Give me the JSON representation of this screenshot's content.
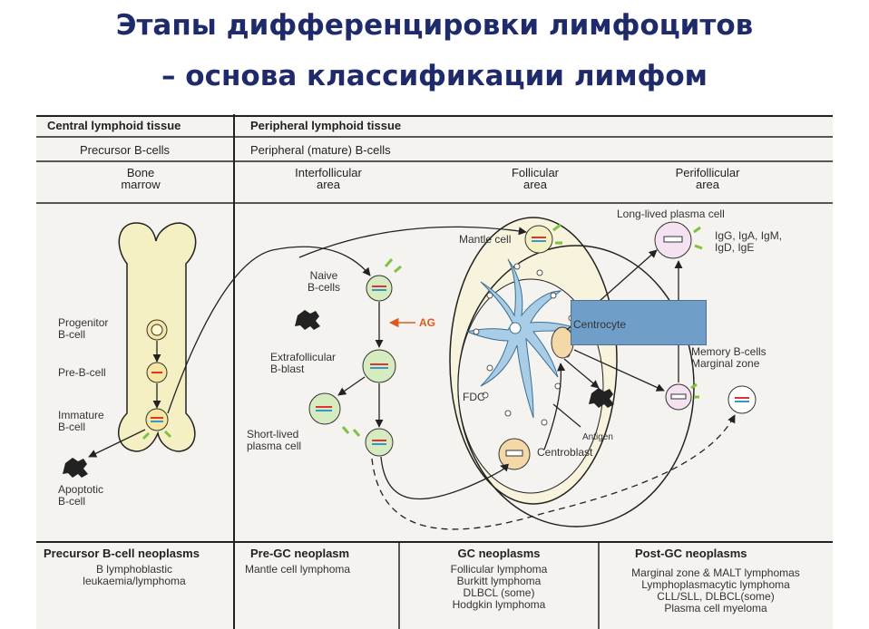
{
  "title": {
    "line1": "Этапы дифференцировки лимфоцитов",
    "line2": "– основа классификации лимфом"
  },
  "header": {
    "central": "Central lymphoid tissue",
    "peripheral": "Peripheral lymphoid tissue",
    "precursor_b": "Precursor B-cells",
    "peripheral_b": "Peripheral (mature) B-cells"
  },
  "areas": {
    "bone_marrow_1": "Bone",
    "bone_marrow_2": "marrow",
    "interfollicular_1": "Interfollicular",
    "interfollicular_2": "area",
    "follicular_1": "Follicular",
    "follicular_2": "area",
    "perifollicular_1": "Perifollicular",
    "perifollicular_2": "area"
  },
  "labels": {
    "progenitor_1": "Progenitor",
    "progenitor_2": "B-cell",
    "pre_b": "Pre-B-cell",
    "immature_1": "Immature",
    "immature_2": "B-cell",
    "apoptotic_1": "Apoptotic",
    "apoptotic_2": "B-cell",
    "naive_1": "Naive",
    "naive_2": "B-cells",
    "ag": "AG",
    "extrafollicular_1": "Extrafollicular",
    "extrafollicular_2": "B-blast",
    "short_lived_1": "Short-lived",
    "short_lived_2": "plasma cell",
    "mantle_cell": "Mantle cell",
    "fdc": "FDC",
    "centrocyte": "Centrocyte",
    "antigen": "Antigen",
    "centroblast": "Centroblast",
    "long_lived": "Long-lived plasma cell",
    "immunoglobulins_1": "IgG, IgA, IgM,",
    "immunoglobulins_2": "IgD, IgE",
    "memory_1": "Memory B-cells",
    "memory_2": "Marginal zone"
  },
  "neoplasms": {
    "precursor_title": "Precursor B-cell neoplasms",
    "precursor_1": "B lymphoblastic",
    "precursor_2": "leukaemia/lymphoma",
    "pregc_title": "Pre-GC neoplasm",
    "pregc_1": "Mantle cell lymphoma",
    "gc_title": "GC neoplasms",
    "gc_1": "Follicular lymphoma",
    "gc_2": "Burkitt lymphoma",
    "gc_3": "DLBCL (some)",
    "gc_4": "Hodgkin lymphoma",
    "postgc_title": "Post-GC neoplasms",
    "postgc_1": "Marginal zone & MALT lymphomas",
    "postgc_2": "Lymphoplasmacytic lymphoma",
    "postgc_3": "CLL/SLL, DLBCL(some)",
    "postgc_4": "Plasma cell myeloma"
  },
  "colors": {
    "title": "#1f2a6b",
    "cell_fill": "#d6ecc0",
    "bone_fill": "#f5efc4",
    "fdc_fill": "#a9cde6",
    "ag_arrow": "#e0581b",
    "highlight_box": "#6f9fc8",
    "antibody": "#7fc241"
  }
}
